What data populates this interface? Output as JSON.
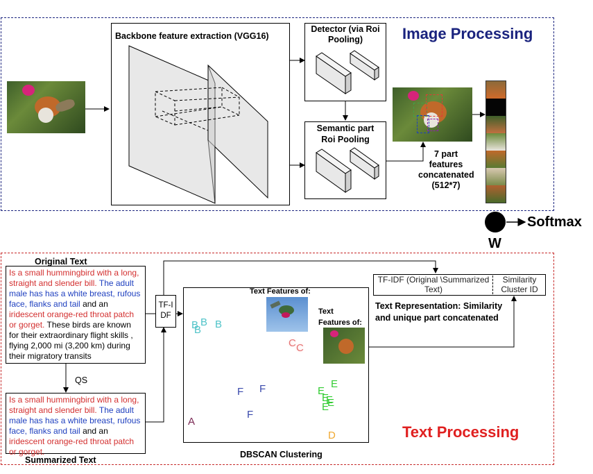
{
  "image_section": {
    "title": "Image Processing",
    "backbone_label": "Backbone feature extraction (VGG16)",
    "detector_label": "Detector (via Roi Pooling)",
    "semantic_label": "Semantic part Roi Pooling",
    "part_features_label": "7 part features concatenated (512*7)",
    "softmax_label": "Softmax",
    "w_label": "W"
  },
  "text_section": {
    "title": "Text Processing",
    "original_text_title": "Original Text",
    "summarized_text_title": "Summarized Text",
    "original_text": {
      "red_1": "Is a small hummingbird with a long, straight and slender bill.",
      "blue_1": "The adult male has has a white breast, rufous face, flanks and tail",
      "black_1": "and an",
      "red_2": "iridescent orange-red throat patch or gorget.",
      "black_2": "These birds are known for their extraordinary flight skills , flying 2,000 mi (3,200 km) during their migratory transits"
    },
    "summarized_text": {
      "red_1": "Is a small hummingbird with a long, straight and slender bill.",
      "blue_1": "The adult male has has a white breast, rufous face, flanks and tail",
      "black_1": "and an",
      "red_2": "iridescent orange-red throat patch or gorget."
    },
    "qs_label": "QS",
    "tfidf_label": "TF-IDF",
    "tfidf_cell": "TF-IDF (Original \\Summarized Text)",
    "similarity_cell": "Similarity Cluster ID",
    "representation_label": "Text Representation: Similarity and unique part concatenated",
    "dbscan_label": "DBSCAN Clustering",
    "text_features_1": "Text Features of:",
    "text_features_2": "Text Features of:"
  },
  "cluster_points": [
    {
      "label": "B",
      "color": "#4fc3c8"
    },
    {
      "label": "B",
      "color": "#4fc3c8"
    },
    {
      "label": "B",
      "color": "#4fc3c8"
    },
    {
      "label": "B",
      "color": "#4fc3c8"
    },
    {
      "label": "C",
      "color": "#e57373"
    },
    {
      "label": "C",
      "color": "#e57373"
    },
    {
      "label": "F",
      "color": "#3949ab"
    },
    {
      "label": "F",
      "color": "#3949ab"
    },
    {
      "label": "F",
      "color": "#3949ab"
    },
    {
      "label": "E",
      "color": "#33cc33"
    },
    {
      "label": "E",
      "color": "#33cc33"
    },
    {
      "label": "E",
      "color": "#33cc33"
    },
    {
      "label": "E",
      "color": "#33cc33"
    },
    {
      "label": "E",
      "color": "#33cc33"
    },
    {
      "label": "E",
      "color": "#33cc33"
    },
    {
      "label": "A",
      "color": "#7b2a55"
    },
    {
      "label": "D",
      "color": "#f0a830"
    }
  ],
  "colors": {
    "image_title": "#1a237e",
    "text_title": "#e02020",
    "red_text": "#d32f2f",
    "blue_text": "#1e3fbf"
  }
}
